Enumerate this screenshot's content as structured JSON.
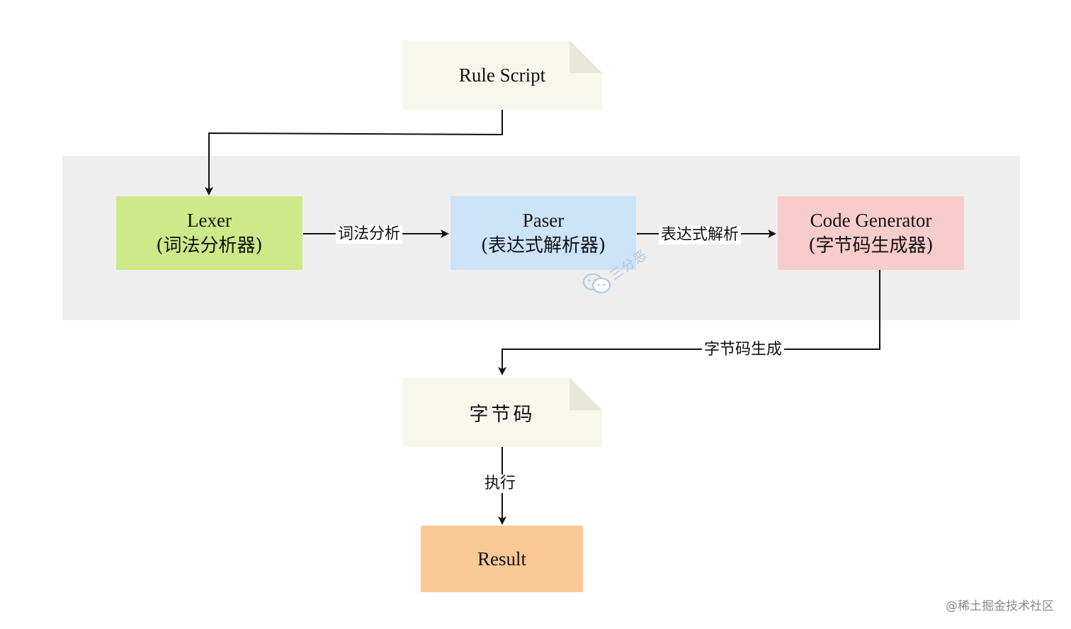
{
  "nodes": {
    "rule_script": "Rule Script",
    "lexer": {
      "line1": "Lexer",
      "line2": "(词法分析器)"
    },
    "paser": {
      "line1": "Paser",
      "line2": "(表达式解析器)"
    },
    "code_generator": {
      "line1": "Code Generator",
      "line2": "(字节码生成器)"
    },
    "bytecode": "字节码",
    "result": "Result"
  },
  "edges": {
    "lexer_to_paser": "词法分析",
    "paser_to_codegen": "表达式解析",
    "codegen_to_bytecode": "字节码生成",
    "bytecode_to_result": "执行"
  },
  "watermarks": {
    "center": "三分恶",
    "corner": "@稀土掘金技术社区"
  },
  "colors": {
    "lexer_fill": "#cde98a",
    "paser_fill": "#cce3f8",
    "code_generator_fill": "#f9cccc",
    "result_fill": "#fbc997",
    "document_fill": "#f8f7ec",
    "panel_fill": "#eeeeee"
  },
  "icons": {
    "center_watermark_icon": "wechat-icon"
  }
}
